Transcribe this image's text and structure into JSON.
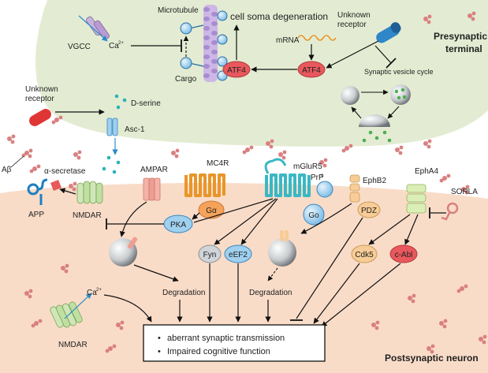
{
  "compartments": {
    "presynaptic_label": [
      "Presynaptic",
      "terminal"
    ],
    "postsynaptic_label": "Postsynaptic neuron"
  },
  "presynaptic": {
    "vgcc": "VGCC",
    "ca_ion": "Ca",
    "ca_charge": "2+",
    "microtubule": "Microtubule",
    "cargo": "Cargo",
    "cell_soma": "cell soma degeneration",
    "mrna": "mRNA",
    "atf4_left": "ATF4",
    "atf4_right": "ATF4",
    "unknown_receptor_top": [
      "Unknown",
      "receptor"
    ],
    "synaptic_vesicle_cycle": "Synaptic vesicle cycle"
  },
  "cleft": {
    "unknown_receptor_left": [
      "Unknown",
      "receptor"
    ],
    "d_serine": "D-serine",
    "asc1": "Asc-1",
    "abeta": "Aβ",
    "alpha_secretase": "α-secretase",
    "app": "APP",
    "nmdar_top": "NMDAR",
    "ampar": "AMPAR",
    "mc4r": "MC4R",
    "galpha": "Gα",
    "mglur5": "mGluR5",
    "prpc": "PrP",
    "prpc_sup": "c",
    "go": "Go",
    "ephb2": "EphB2",
    "pdz": "PDZ",
    "epha4": "EphA4",
    "sorla": "SORLA"
  },
  "postsynaptic": {
    "pka": "PKA",
    "fyn": "Fyn",
    "eef2": "eEF2",
    "cdk5": "Cdk5",
    "cabl": "c-Abl",
    "degradation_left": "Degradation",
    "degradation_right": "Degradation",
    "ca_ion": "Ca",
    "ca_charge": "2+",
    "nmdar_bottom": "NMDAR"
  },
  "outcome": {
    "items": [
      "aberrant synaptic transmission",
      "Impaired cognitive function"
    ]
  },
  "colors": {
    "presynaptic_fill": "#e3ecd2",
    "postsynaptic_fill": "#f9dcc8",
    "arrow": "#111111",
    "red_node": "#e8585c",
    "blue_node": "#9fd0ee",
    "grey_node": "#cfd4d8",
    "abeta": "#d98080"
  }
}
